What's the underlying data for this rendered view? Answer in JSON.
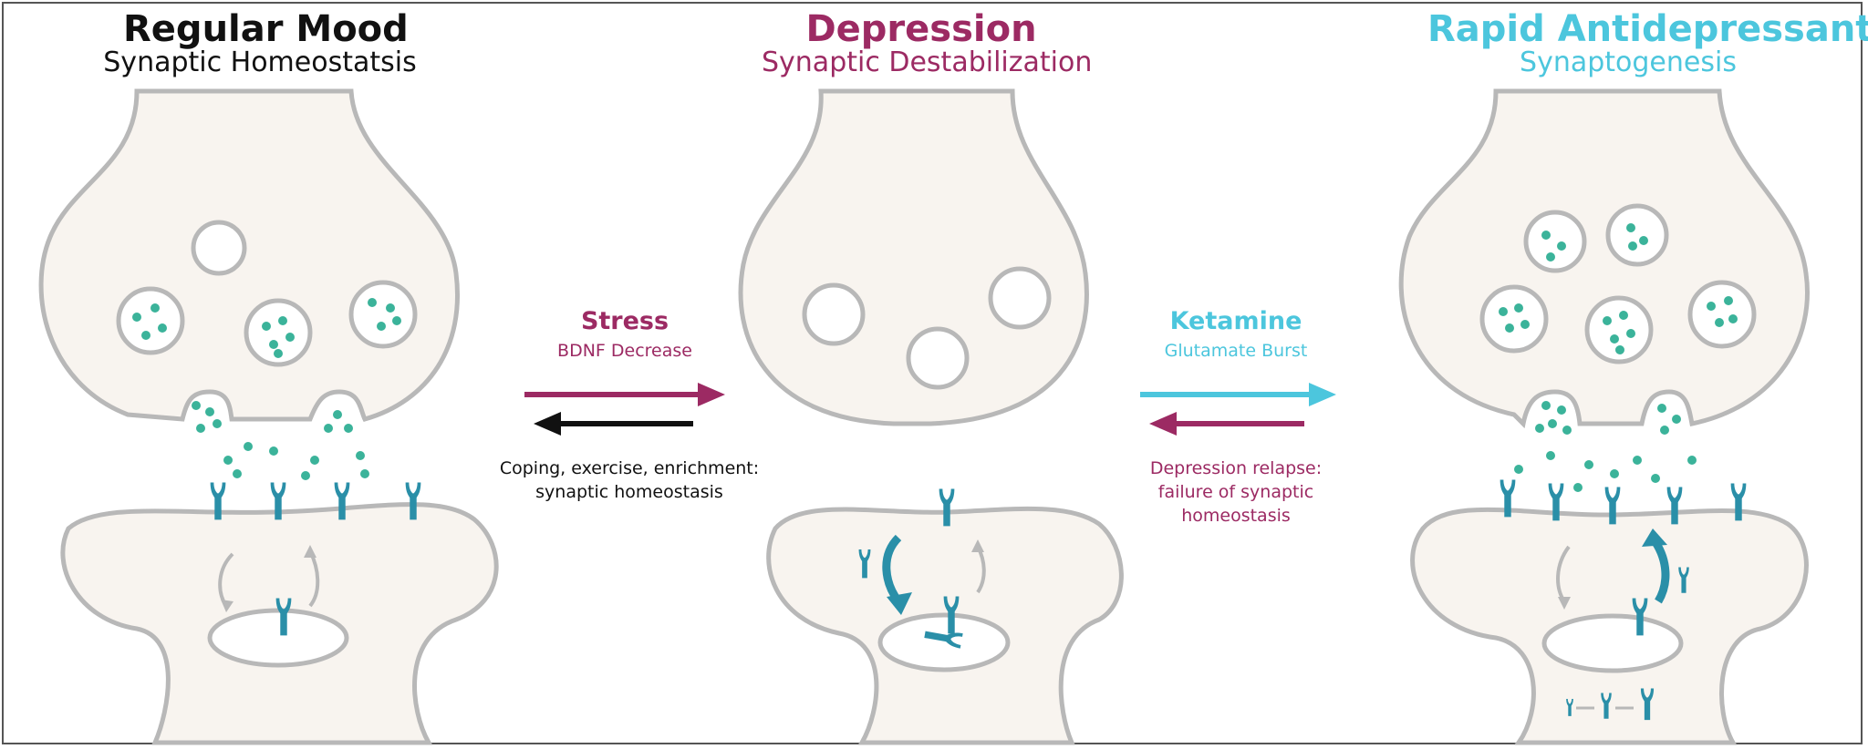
{
  "panels": {
    "regular": {
      "title": "Regular Mood",
      "subtitle": "Synaptic Homeostatsis"
    },
    "depression": {
      "title": "Depression",
      "subtitle": "Synaptic Destabilization"
    },
    "antidepressant": {
      "title": "Rapid Antidepressant",
      "subtitle": "Synaptogenesis"
    }
  },
  "transitions": {
    "stress": {
      "label": "Stress",
      "sublabel": "BDNF Decrease"
    },
    "coping": {
      "line1": "Coping, exercise, enrichment:",
      "line2": "synaptic homeostasis"
    },
    "ketamine": {
      "label": "Ketamine",
      "sublabel": "Glutamate Burst"
    },
    "relapse": {
      "line1": "Depression relapse:",
      "line2": "failure of synaptic",
      "line3": "homeostasis"
    }
  },
  "colors": {
    "text_dark": "#111111",
    "magenta": "#9c2a63",
    "cyan": "#4cc6dd",
    "teal": "#2a8fa8",
    "vesicle_dot": "#3bb39a",
    "neuron_fill": "#f8f4ef",
    "neuron_stroke": "#b8b8b8"
  }
}
